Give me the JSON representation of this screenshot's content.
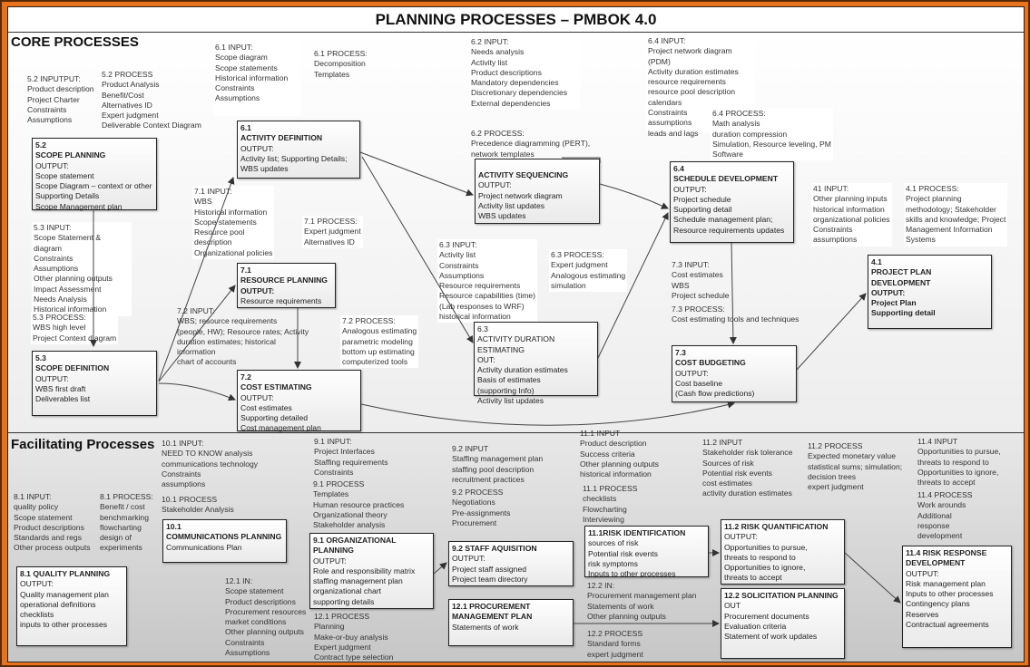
{
  "title": "PLANNING PROCESSES – PMBOK 4.0",
  "core_title": "CORE PROCESSES",
  "fac_title": "Facilitating Processes",
  "notes": {
    "n52in": "5.2 INPUTPUT:\nProduct description\nProject Charter\nConstraints\nAssumptions",
    "n52proc": "5.2 PROCESS\nProduct Analysis\nBenefit/Cost\nAlternatives ID\nExpert judgment\nDeliverable Context Diagram",
    "n53in": "5.3 INPUT:\nScope Statement & diagram\nConstraints\nAssumptions\nOther planning outputs\nImpact Assessment\nNeeds Analysis\nHistorical information",
    "n53proc": "5.3 PROCESS:\nWBS high level\nProject Context diagram",
    "n61in": "6.1 INPUT:\nScope diagram\nScope statements\nHistorical information\nConstraints\nAssumptions",
    "n61proc": "6.1 PROCESS:\nDecomposition\nTemplates",
    "n71in": "7.1 INPUT:\nWBS\nHistorical information\nScope statements\nResource pool\ndescription\nOrganizational policies",
    "n71proc": "7.1 PROCESS:\nExpert judgment\nAlternatives ID",
    "n72in": "7.2 INPUT:\nWBS; resource requirements\n(people, HW); Resource rates; Activity\nduration estimates; historical\ninformation\nchart of accounts",
    "n72proc": "7.2 PROCESS:\nAnalogous estimating\nparametric modeling\nbottom up estimating\ncomputerized tools",
    "n62in": "6.2 INPUT:\nNeeds analysis\nActivity list\nProduct descriptions\nMandatory dependencies\nDiscretionary dependencies\nExternal dependencies",
    "n62proc": "6.2 PROCESS:\nPrecedence diagramming (PERT),\nnetwork templates",
    "n63in": "6.3 INPUT:\nActivity list\nConstraints\nAssumptions\nResource requirements\nResource capabilities (time)\n(Lab responses to WRF)\nhistorical information",
    "n63proc": "6.3 PROCESS:\nExpert judgment\nAnalogous estimating\nsimulation",
    "n64in": "6.4 INPUT:\nProject network diagram (PDM)\nActivity duration estimates\nresource requirements\nresource pool description\ncalendars\nConstraints\nassumptions\nleads and lags",
    "n64proc": "6.4 PROCESS:\nMath analysis\nduration compression\nSimulation, Resource leveling, PM\nSoftware",
    "n41in": "41 INPUT:\nOther planning inputs\nhistorical information\norganizational policies\nConstraints\nassumptions",
    "n41proc": "4.1 PROCESS:\nProject planning\nmethodology; Stakeholder\nskills and knowledge; Project\nManagement Information\nSystems",
    "n73in": "7.3 INPUT:\nCost estimates\nWBS\nProject schedule",
    "n73proc": "7.3 PROCESS:\nCost estimating tools and techniques",
    "n101in": "10.1 INPUT:\nNEED TO KNOW analysis\ncommunications technology\nConstraints\nassumptions",
    "n101proc": "10.1 PROCESS\nStakeholder Analysis",
    "n81in": "8.1 INPUT:\nquality policy\nScope statement\nProduct descriptions\nStandards and regs\nOther process outputs",
    "n81proc": "8.1 PROCESS:\nBenefit / cost\nbenchmarking\nflowcharting\ndesign of\nexperiments",
    "n121in": "12.1 IN:\nScope statement\nProduct descriptions\nProcurement resources\nmarket conditions\nOther planning outputs\nConstraints\nAssumptions",
    "n91in": "9.1 INPUT:\nProject Interfaces\nStaffing requirements\nConstraints",
    "n91proc": "9.1 PROCESS\nTemplates\nHuman resource practices\nOrganizational theory\nStakeholder analysis",
    "n121proc": "12.1 PROCESS\nPlanning\nMake-or-buy analysis\nExpert judgment\nContract type selection",
    "n92in": "9.2 INPUT\nStaffing management plan\nstaffing pool description\nrecruitment practices",
    "n92proc": "9.2 PROCESS\nNegotiations\nPre-assignments\nProcurement",
    "n111in": "11.1 INPUT\nProduct description\nSuccess criteria\nOther planning outputs\nhistorical information",
    "n111proc": "11.1 PROCESS\nchecklists\nFlowcharting\nInterviewing",
    "n122in": "12.2 IN:\nProcurement management plan\nStatements of work\nOther planning outputs",
    "n122proc": "12.2 PROCESS\nStandard forms\nexpert judgment",
    "n112in": "11.2 INPUT\nStakeholder risk tolerance\nSources of risk\nPotential risk events\ncost estimates\nactivity duration estimates",
    "n112proc": "11.2 PROCESS\nExpected monetary value\nstatistical sums; simulation;\ndecision trees\nexpert judgment",
    "n114in": "11.4 INPUT\nOpportunities to pursue,\nthreats to respond to\nOpportunities to ignore,\nthreats to accept",
    "n114proc": "11.4 PROCESS\nWork arounds\nAdditional\nresponse\ndevelopment"
  },
  "boxes": {
    "b52": {
      "num": "5.2",
      "title": "SCOPE PLANNING",
      "out": "OUTPUT:",
      "lines": "Scope statement\nScope Diagram – context or other\nSupporting Details\nScope Management plan"
    },
    "b53": {
      "num": "5.3",
      "title": "SCOPE DEFINITION",
      "out": "OUTPUT:",
      "lines": "WBS first draft\nDeliverables list"
    },
    "b61": {
      "num": "6.1",
      "title": "ACTIVITY DEFINITION",
      "out": "OUTPUT:",
      "lines": "Activity list; Supporting Details;\nWBS updates"
    },
    "b71": {
      "num": "7.1",
      "title": "RESOURCE PLANNING",
      "out": "OUTPUT:",
      "lines": "Resource requirements"
    },
    "b72": {
      "num": "7.2",
      "title": "COST ESTIMATING",
      "out": "OUTPUT:",
      "lines": "Cost estimates\nSupporting detailed\nCost management plan"
    },
    "b62": {
      "title": "ACTIVITY SEQUENCING",
      "out": "OUTPUT:",
      "lines": "Project network diagram\nActivity list updates\nWBS updates"
    },
    "b63": {
      "num": "6.3",
      "title": "ACTIVITY DURATION ESTIMATING",
      "out": "OUT:",
      "lines": "Activity duration estimates\nBasis of estimates\n(supporting Info)\nActivity list updates"
    },
    "b64": {
      "num": "6.4",
      "title": "SCHEDULE DEVELOPMENT",
      "out": "OUTPUT:",
      "lines": "Project schedule\nSupporting detail\nSchedule management plan;\nResource requirements updates"
    },
    "b41": {
      "num": "4.1",
      "title": "PROJECT PLAN DEVELOPMENT",
      "out": "OUTPUT:",
      "lines": "Project Plan\nSupporting detail"
    },
    "b73": {
      "num": "7.3",
      "title": "COST BUDGETING",
      "out": "OUTPUT:",
      "lines": "Cost baseline\n(Cash flow predictions)"
    },
    "b101": {
      "num": "10.1",
      "title": "COMMUNICATIONS PLANNING",
      "lines": "Communications Plan"
    },
    "b81": {
      "title": "8.1 QUALITY PLANNING",
      "out": "OUTPUT:",
      "lines": "Quality management plan\noperational definitions\nchecklists\ninputs to other processes"
    },
    "b91": {
      "title": "9.1 ORGANIZATIONAL PLANNING",
      "out": "OUTPUT:",
      "lines": "Role and responsibility matrix\nstaffing management plan\norganizational chart\nsupporting details"
    },
    "b92": {
      "title": "9.2 STAFF AQUISITION",
      "out": "OUTPUT:",
      "lines": "Project staff assigned\nProject team directory"
    },
    "b121": {
      "title": "12.1 PROCUREMENT\nMANAGEMENT PLAN",
      "lines": "Statements of work"
    },
    "b111": {
      "title": "11.1RISK IDENTIFICATION",
      "lines": "sources of risk\nPotential risk events\nrisk symptoms\nInputs to other processes"
    },
    "b112": {
      "title": "11.2 RISK QUANTIFICATION",
      "out": "OUTPUT:",
      "lines": "Opportunities to pursue,\nthreats to respond to\nOpportunities to ignore,\nthreats to accept"
    },
    "b122": {
      "title": "12.2 SOLICITATION PLANNING",
      "out": "OUT",
      "lines": "Procurement documents\nEvaluation criteria\nStatement of work updates"
    },
    "b114": {
      "title": "11.4 RISK RESPONSE\nDEVELOPMENT",
      "out": "OUTPUT:",
      "lines": "Risk management plan\nInputs to other processes\nContingency plans\nReserves\nContractual agreements"
    }
  },
  "colors": {
    "frame": "#e8731c",
    "line": "#444444"
  }
}
